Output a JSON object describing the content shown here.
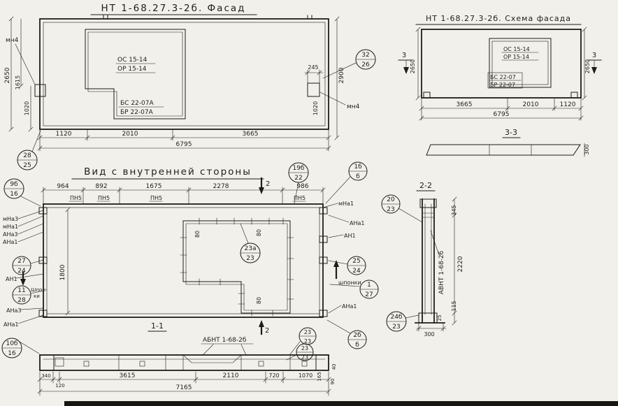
{
  "paper": {
    "bg": "#f1f0ea",
    "ink": "#1f1d1a"
  },
  "facade": {
    "title": "НТ 1-68.27.3-2б. Фасад",
    "window": {
      "os": "ОС 15-14",
      "or": "ОР 15-14",
      "bs": "БС 22-07А",
      "br": "БР 22-07А"
    },
    "mn4_left": "мн4",
    "mn4_right": "мн4",
    "callouts": {
      "c32": {
        "t": "32",
        "b": "26"
      },
      "c28": {
        "t": "28",
        "b": "25"
      }
    },
    "dims": {
      "h2650": "2650",
      "h1615": "1615",
      "h1020": "1020",
      "h2900": "2900",
      "d245": "245",
      "r1020": "1020",
      "w1120": "1120",
      "w2010": "2010",
      "w3665": "3665",
      "w6795": "6795"
    }
  },
  "scheme": {
    "title": "НТ 1-68.27.3-2б. Схема фасада",
    "window": {
      "os": "ОС 15-14",
      "or": "ОР 15-14",
      "bs": "БС 22-07",
      "br": "БР 22-07"
    },
    "sec3": "3",
    "sec33": "3-3",
    "dims": {
      "hl2650": "2650",
      "hr2650": "2650",
      "w3665": "3665",
      "w2010": "2010",
      "w1120": "1120",
      "w6795": "6795",
      "t300": "300"
    }
  },
  "inner": {
    "title": "Вид с внутренней стороны",
    "top_dims": [
      "964",
      "892",
      "1675",
      "2278",
      "986"
    ],
    "pn5": "ПН5",
    "sec2": "2",
    "sec11": "1-1",
    "dim80": "80",
    "dim1800": "1800",
    "left": {
      "l1": "мНа3",
      "l2": "мНа1",
      "l3": "АНа3",
      "l4": "АНа1",
      "an1": "АН1",
      "shp1": "Шпон-",
      "shp2": "ки",
      "ana3": "АНа3",
      "ana1": "АНа1"
    },
    "right": {
      "mna1": "мНа1",
      "ana1a": "АНа1",
      "an1": "АН1",
      "shponki": "шпонки",
      "ana1b": "АНа1"
    },
    "abnt": "АБНТ 1-68-2б",
    "callouts": {
      "c9b": {
        "t": "9б",
        "b": "16"
      },
      "c19b": {
        "t": "19б",
        "b": "22"
      },
      "c1b": {
        "t": "1б",
        "b": "б"
      },
      "c23a": {
        "t": "23а",
        "b": "23"
      },
      "c27": {
        "t": "27",
        "b": "24"
      },
      "c11": {
        "t": "11",
        "b": "28"
      },
      "c25": {
        "t": "25",
        "b": "24"
      },
      "c127": {
        "t": "1",
        "b": "27"
      },
      "c2b": {
        "t": "2б",
        "b": "б"
      },
      "c10b": {
        "t": "10б",
        "b": "16"
      },
      "c23u": {
        "t": "23",
        "b": "23"
      },
      "c23l": {
        "t": "23",
        "b": "23"
      }
    },
    "bottom_dims": {
      "d340": "340",
      "d120": "120",
      "d3615": "3615",
      "d2110": "2110",
      "d720": "720",
      "d1070": "1070",
      "d165": "165",
      "d90": "90",
      "d40": "40",
      "d7165": "7165"
    }
  },
  "sec22": {
    "title": "2-2",
    "avnt": "АВНТ 1-68-2б",
    "dims": {
      "d345": "345",
      "d2220": "2220",
      "d115": "115",
      "d25": "25",
      "d300": "300"
    },
    "callouts": {
      "c20": {
        "t": "20",
        "b": "23"
      },
      "c24b": {
        "t": "24б",
        "b": "23"
      }
    }
  }
}
